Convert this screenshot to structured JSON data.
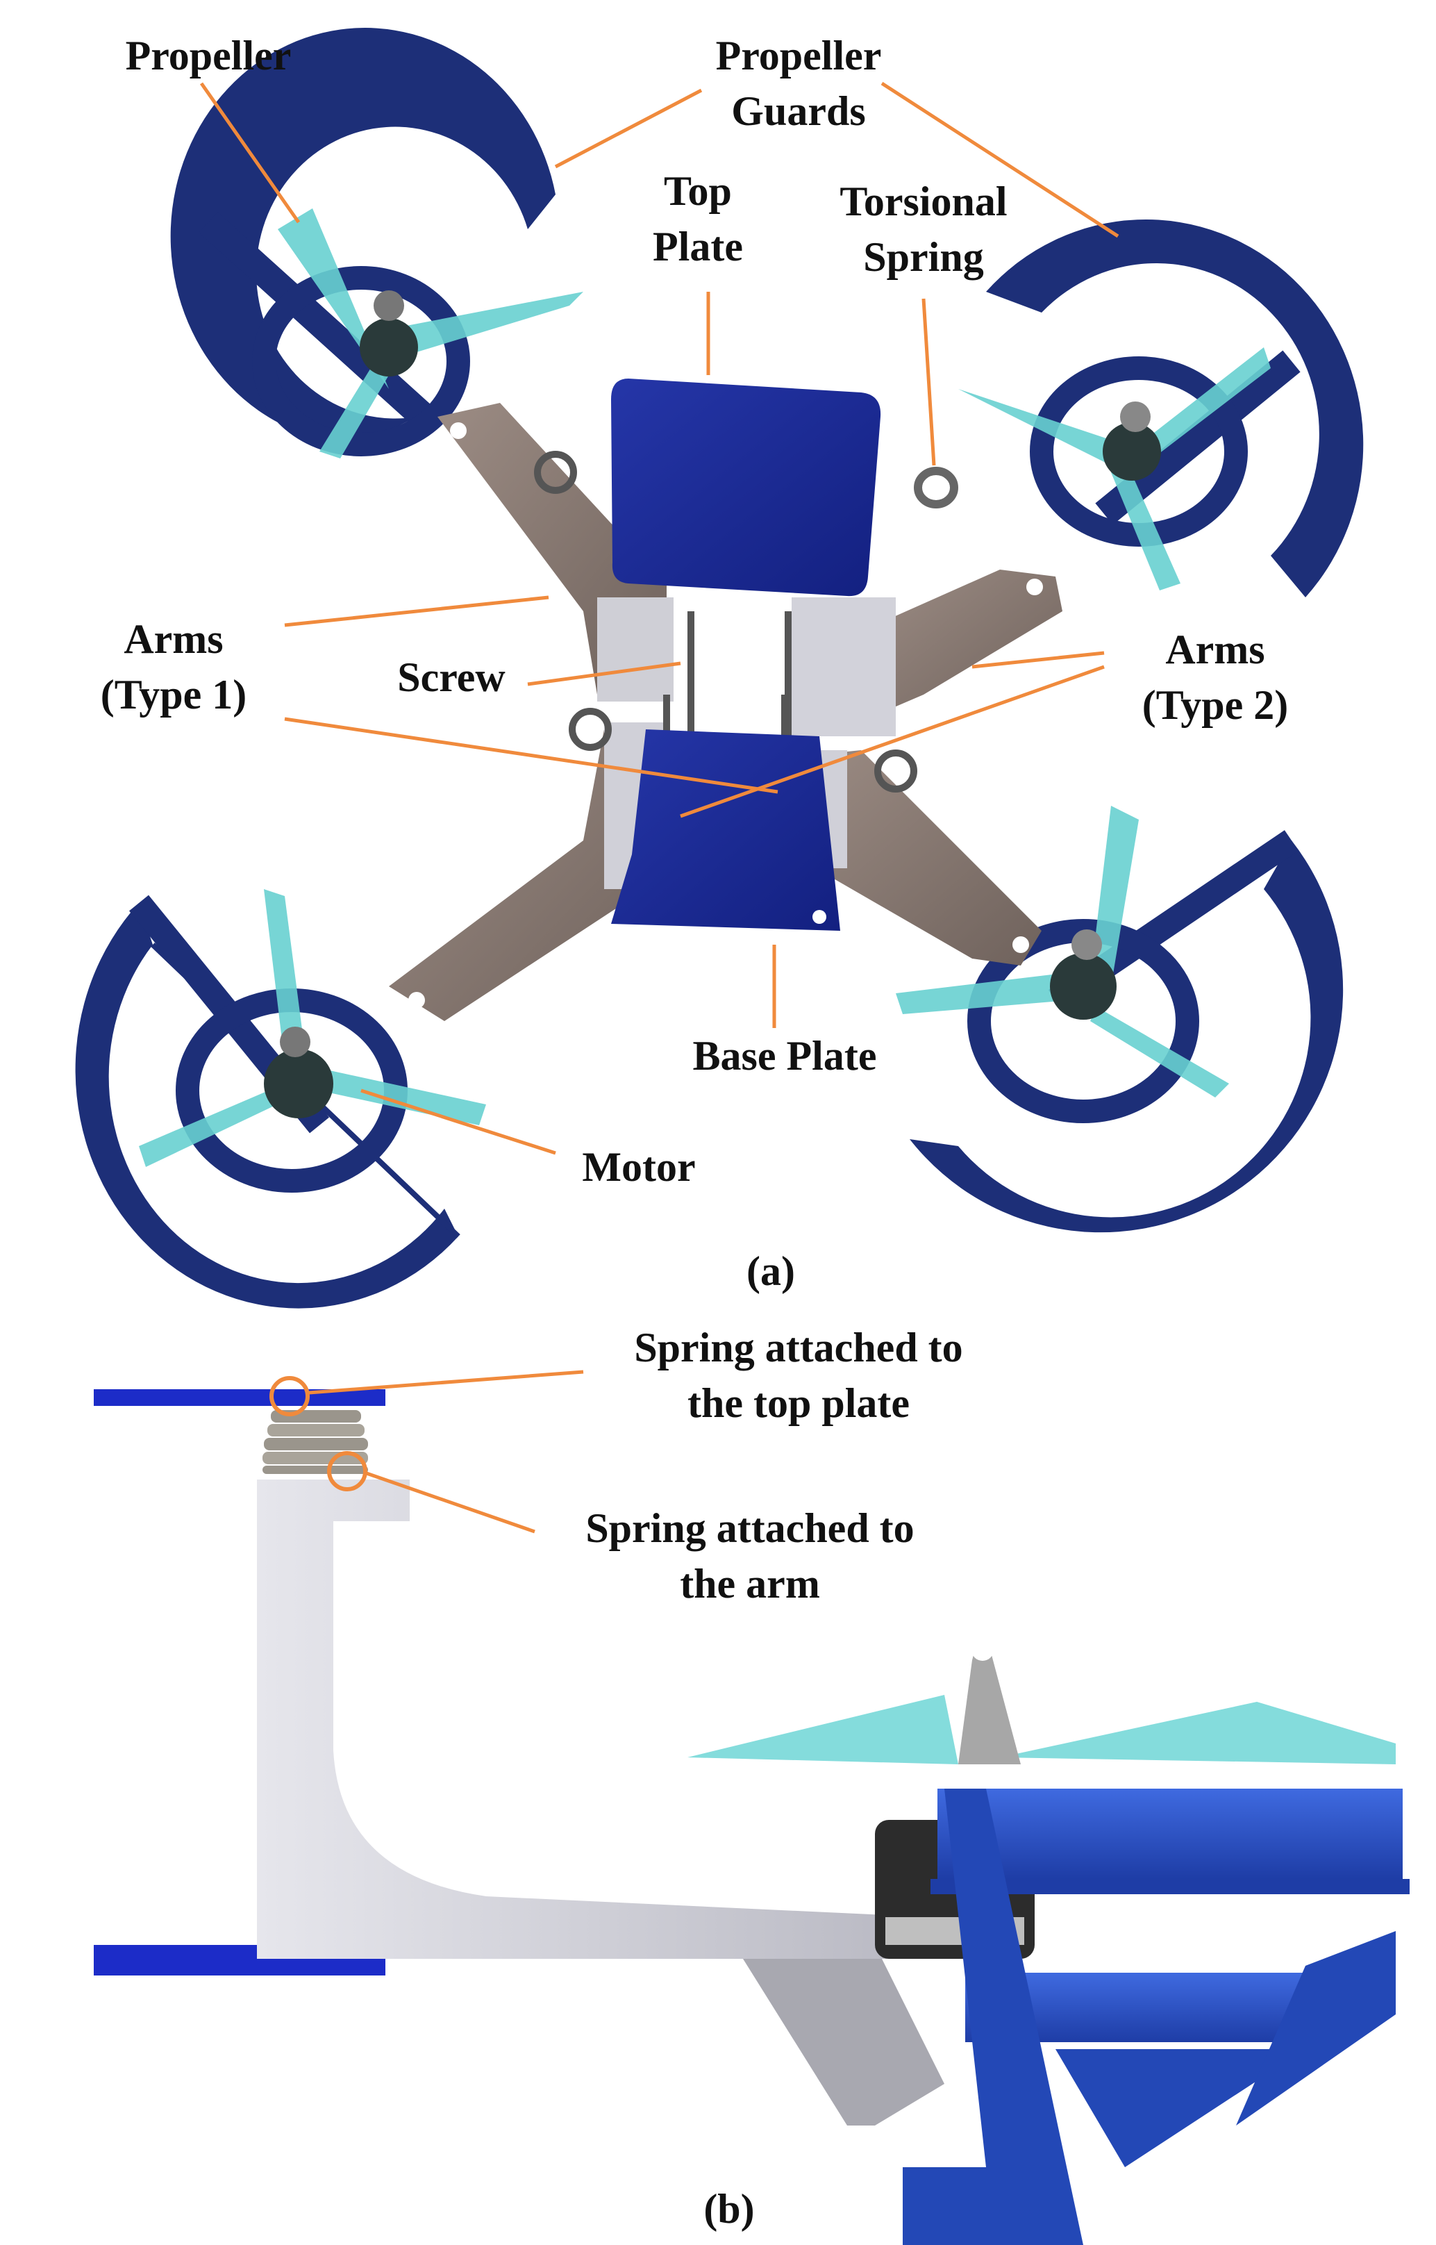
{
  "labels": {
    "propeller": "Propeller",
    "propeller_guards": [
      "Propeller",
      "Guards"
    ],
    "top_plate": [
      "Top",
      "Plate"
    ],
    "torsional_spring": [
      "Torsional",
      "Spring"
    ],
    "arms_type1": [
      "Arms",
      "(Type 1)"
    ],
    "screw": "Screw",
    "arms_type2": [
      "Arms",
      "(Type 2)"
    ],
    "base_plate": "Base Plate",
    "motor": "Motor",
    "caption_a": "(a)",
    "spring_top_plate": [
      "Spring attached to",
      "the top plate"
    ],
    "spring_arm": [
      "Spring attached to",
      "the arm"
    ],
    "caption_b": "(b)"
  },
  "colors": {
    "guard": "#1d2f78",
    "plate": "#1f2f96",
    "propeller": "#6fd6d6",
    "arm": "#8a7a72",
    "arm_light": "#d4d4da",
    "leader": "#f08a3c",
    "motor": "#2a3a3a",
    "side_blue": "#2d55c8"
  }
}
